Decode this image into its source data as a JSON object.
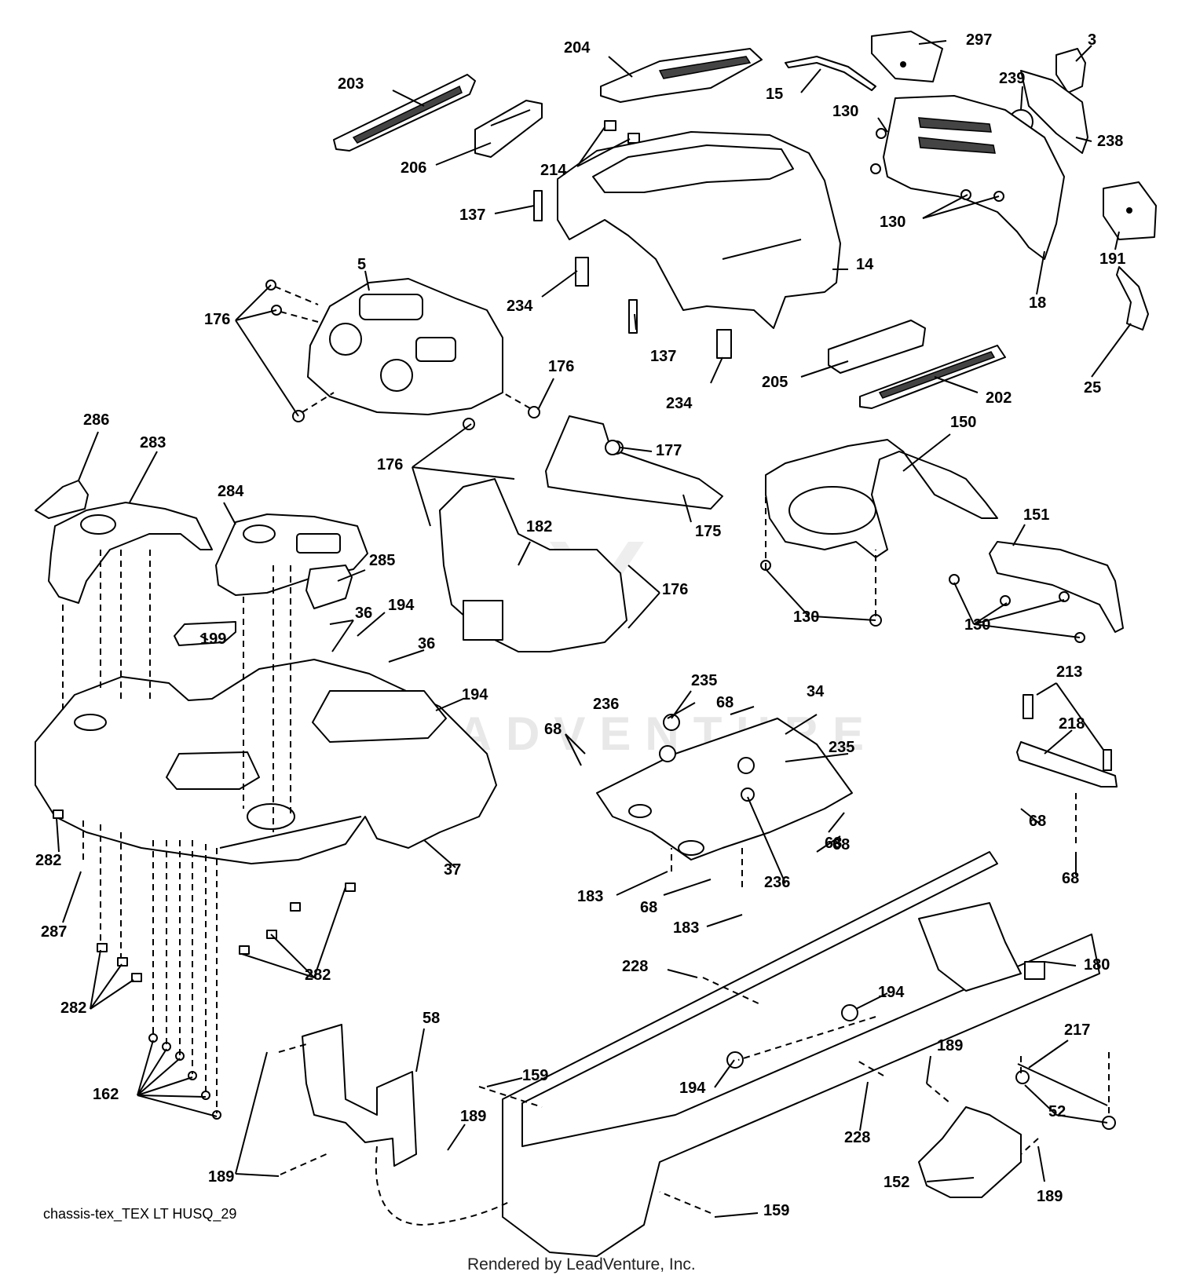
{
  "diagram": {
    "source_label": "chassis-tex_TEX LT HUSQ_29",
    "render_credit": "Rendered by LeadVenture, Inc.",
    "watermark_text": "LEADVENTURE",
    "colors": {
      "line": "#000000",
      "background": "#ffffff",
      "watermark": "#e6e6e6"
    }
  },
  "callouts": [
    "203",
    "204",
    "297",
    "3",
    "15",
    "239",
    "130",
    "238",
    "206",
    "214",
    "130",
    "137",
    "5",
    "14",
    "18",
    "191",
    "234",
    "176",
    "137",
    "25",
    "234",
    "205",
    "202",
    "176",
    "286",
    "283",
    "150",
    "177",
    "176",
    "284",
    "182",
    "175",
    "151",
    "285",
    "130",
    "130",
    "176",
    "199",
    "36",
    "194",
    "36",
    "194",
    "235",
    "236",
    "68",
    "34",
    "68",
    "235",
    "213",
    "218",
    "68",
    "282",
    "68",
    "37",
    "68",
    "287",
    "236",
    "183",
    "68",
    "68",
    "183",
    "228",
    "180",
    "194",
    "282",
    "282",
    "217",
    "58",
    "189",
    "159",
    "194",
    "228",
    "52",
    "162",
    "189",
    "189",
    "152",
    "189",
    "159"
  ]
}
